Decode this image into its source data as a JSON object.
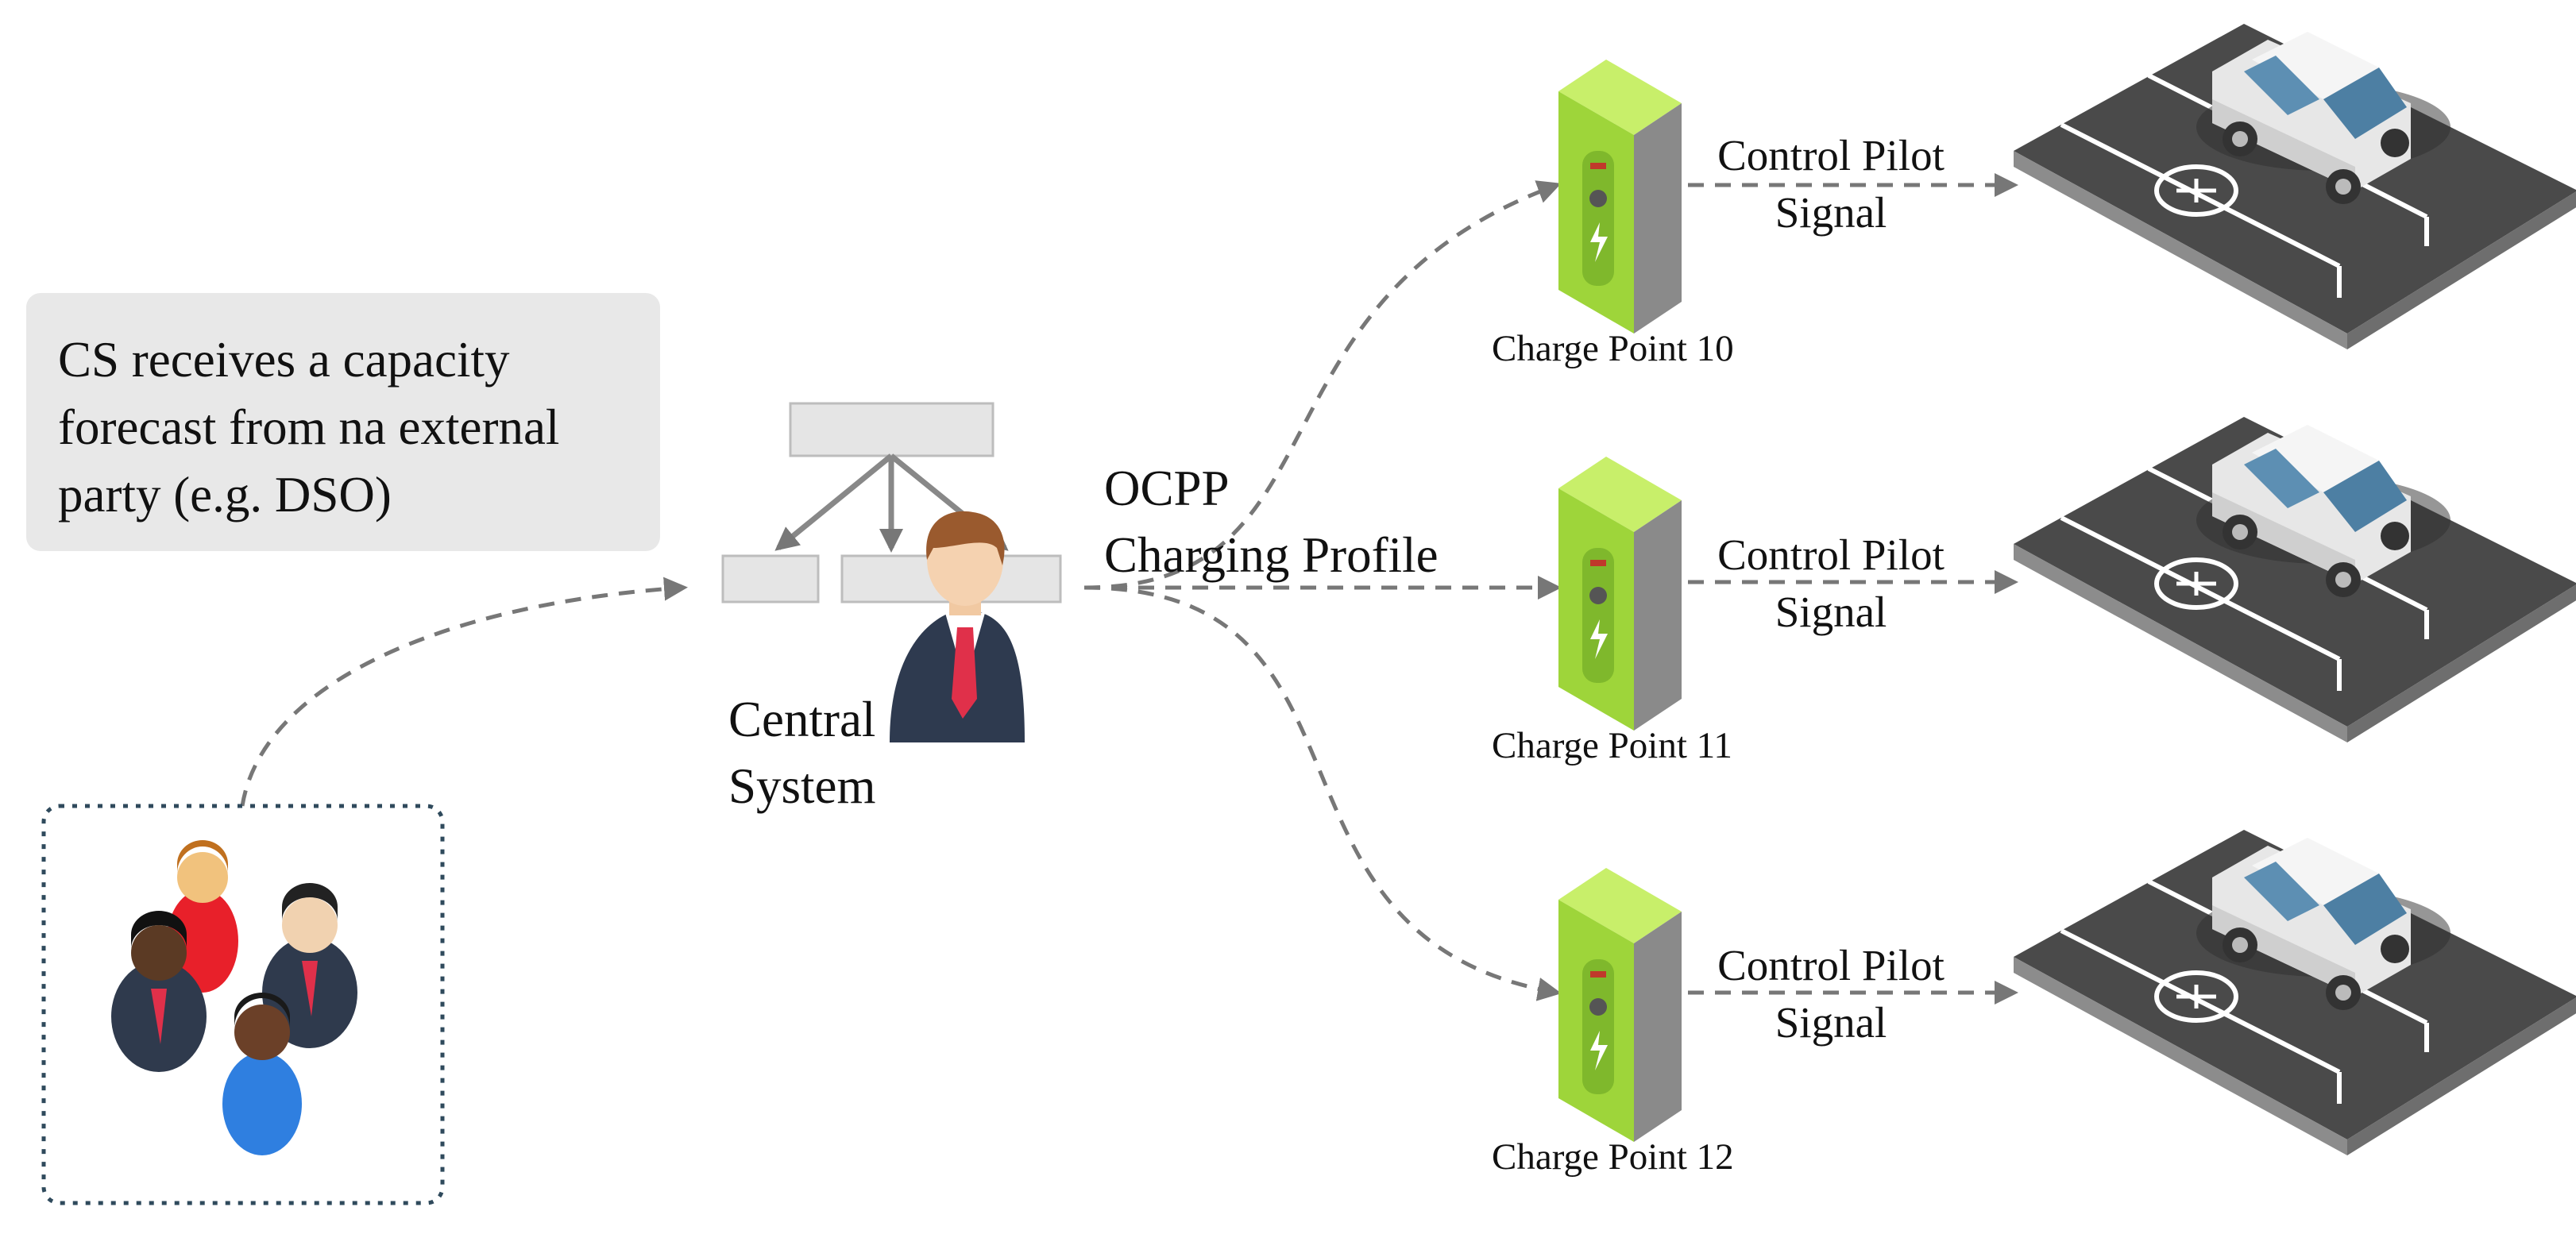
{
  "note": {
    "lines": [
      "CS receives a capacity",
      "forecast from na external",
      "party (e.g. DSO)"
    ]
  },
  "central": {
    "lines": [
      "Central",
      "System"
    ]
  },
  "ocpp": {
    "lines": [
      "OCPP",
      "Charging Profile"
    ]
  },
  "charge_points": [
    {
      "label": "Charge Point 10",
      "signal": [
        "Control Pilot",
        "Signal"
      ]
    },
    {
      "label": "Charge Point 11",
      "signal": [
        "Control Pilot",
        "Signal"
      ]
    },
    {
      "label": "Charge Point 12",
      "signal": [
        "Control Pilot",
        "Signal"
      ]
    }
  ],
  "colors": {
    "arrow": "#777777",
    "charger_green": "#9ed53a",
    "charger_light": "#c8ef6a",
    "parking": "#4a4a4a",
    "note_bg": "#e8e8e8",
    "group_border": "#2f4a5c"
  },
  "icons": [
    "external-party-group-icon",
    "central-system-person-icon",
    "org-chart-icon",
    "ev-charger-icon",
    "electric-car-parking-icon"
  ]
}
